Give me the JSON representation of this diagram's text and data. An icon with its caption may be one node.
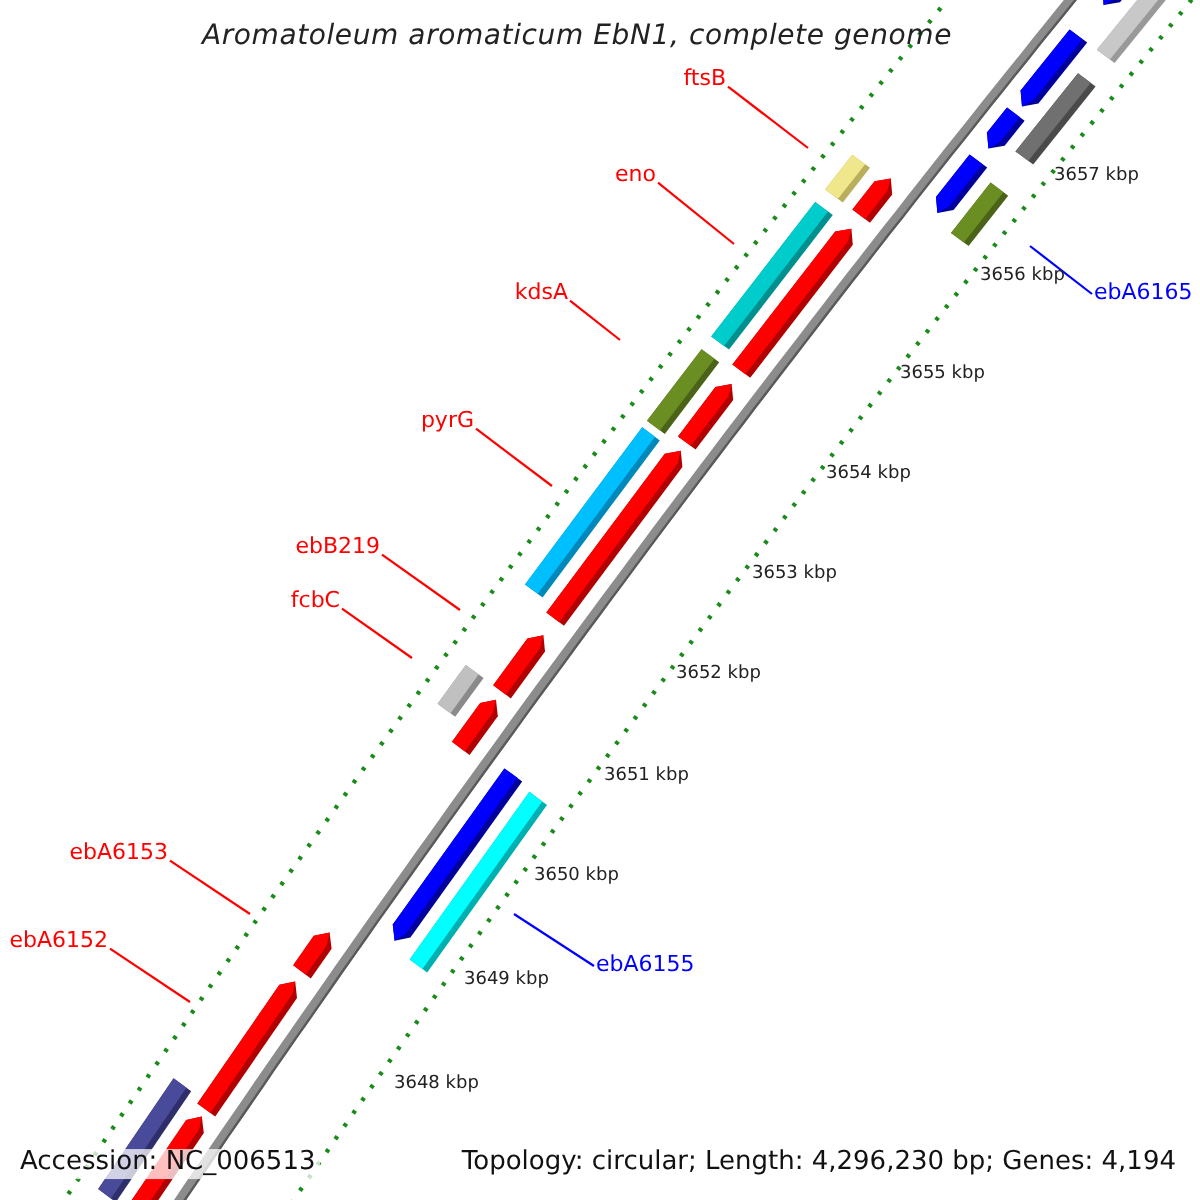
{
  "diagram": {
    "title": "Aromatoleum aromaticum EbN1, complete genome",
    "nodes": [
      {
        "text": [
          "ftsB"
        ]
      },
      {
        "text": [
          "eno"
        ]
      },
      {
        "text": [
          "kdsA"
        ]
      },
      {
        "text": [
          "ebA6165"
        ]
      },
      {
        "text": [
          "pyrG"
        ]
      },
      {
        "text": [
          "ebB219"
        ]
      },
      {
        "text": [
          "fcbC"
        ]
      },
      {
        "text": [
          "ebA6153"
        ]
      },
      {
        "text": [
          "ebA6152"
        ]
      },
      {
        "text": [
          "ebA6155"
        ]
      }
    ],
    "edges": [
      {
        "from": 0,
        "to": null,
        "arrow": "none"
      },
      {
        "from": 1,
        "to": null,
        "arrow": "none"
      },
      {
        "from": 2,
        "to": null,
        "arrow": "none"
      },
      {
        "from": 3,
        "to": null,
        "arrow": "none",
        "color": "#0000ff"
      },
      {
        "from": 4,
        "to": null,
        "arrow": "none"
      },
      {
        "from": 5,
        "to": null,
        "arrow": "none"
      },
      {
        "from": 6,
        "to": null,
        "arrow": "none"
      },
      {
        "from": 7,
        "to": null,
        "arrow": "none"
      },
      {
        "from": 8,
        "to": null,
        "arrow": "none"
      },
      {
        "from": 9,
        "to": null,
        "arrow": "none",
        "color": "#0000ff"
      }
    ],
    "labels": [
      "3657 kbp",
      "3656 kbp",
      "3655 kbp",
      "3654 kbp",
      "3653 kbp",
      "3652 kbp",
      "3651 kbp",
      "3650 kbp",
      "3649 kbp",
      "3648 kbp",
      "Accession: NC_006513",
      "Topology: circular; Length: 4,296,230 bp; Genes: 4,194"
    ]
  }
}
